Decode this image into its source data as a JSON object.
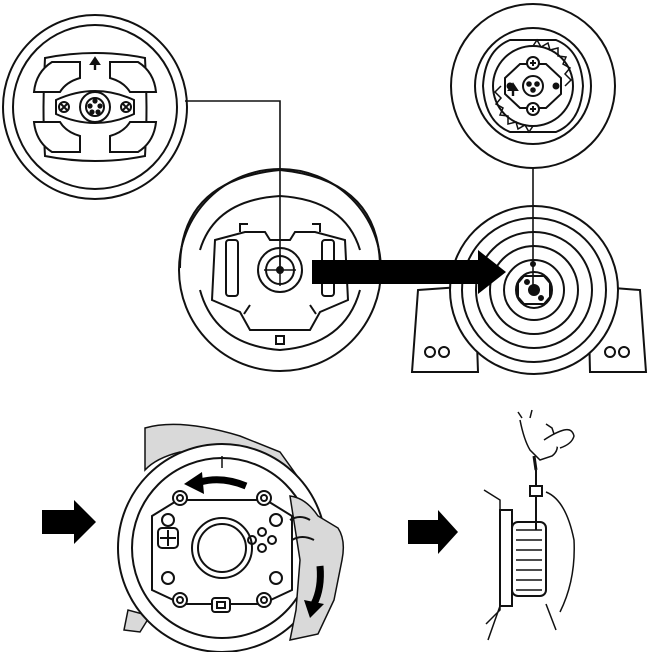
{
  "figure": {
    "panels": [
      {
        "id": "wheel-hub-detail",
        "icon": "wheel-hub-closeup"
      },
      {
        "id": "base-shaft-detail",
        "icon": "base-shaft-closeup"
      },
      {
        "id": "wheel-to-base-alignment",
        "icon": "align-arrow"
      },
      {
        "id": "wheel-rotation-lock",
        "icon": "rotate-arrow"
      },
      {
        "id": "screw-tightening",
        "icon": "screwdriver"
      }
    ],
    "colors": {
      "stroke": "#111111",
      "fill": "#ffffff",
      "hand": "#d9d9d9",
      "arrow": "#000000"
    }
  }
}
